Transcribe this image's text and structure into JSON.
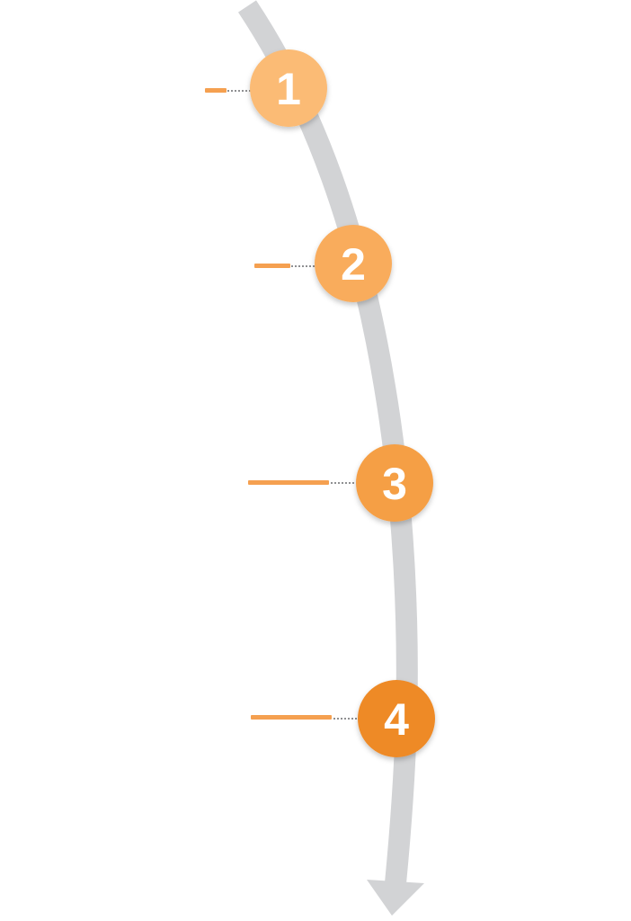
{
  "diagram": {
    "arrow_color": "#d2d3d5",
    "connector_color": "#8f9092",
    "label_line_color": "#f5a050",
    "steps": [
      {
        "number": "1",
        "color": "#fbbb74"
      },
      {
        "number": "2",
        "color": "#f9ac5c"
      },
      {
        "number": "3",
        "color": "#f59f45"
      },
      {
        "number": "4",
        "color": "#ee8a28"
      }
    ]
  }
}
